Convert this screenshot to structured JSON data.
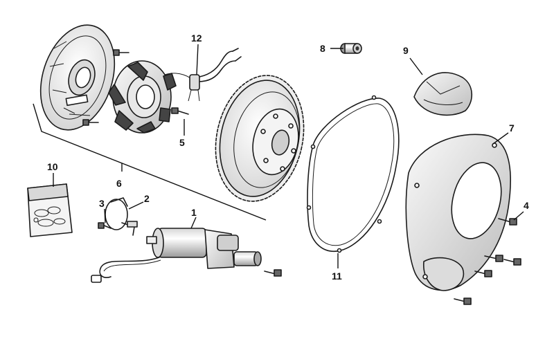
{
  "callouts": {
    "c1": "1",
    "c2": "2",
    "c3": "3",
    "c4": "4",
    "c5": "5",
    "c6": "6",
    "c7": "7",
    "c8": "8",
    "c9": "9",
    "c10": "10",
    "c11": "11",
    "c12": "12"
  },
  "colors": {
    "line": "#1a1a1a",
    "part_fill": "#eeeeee",
    "shade": "#bdbdbd",
    "dark": "#555555",
    "background": "#ffffff"
  }
}
